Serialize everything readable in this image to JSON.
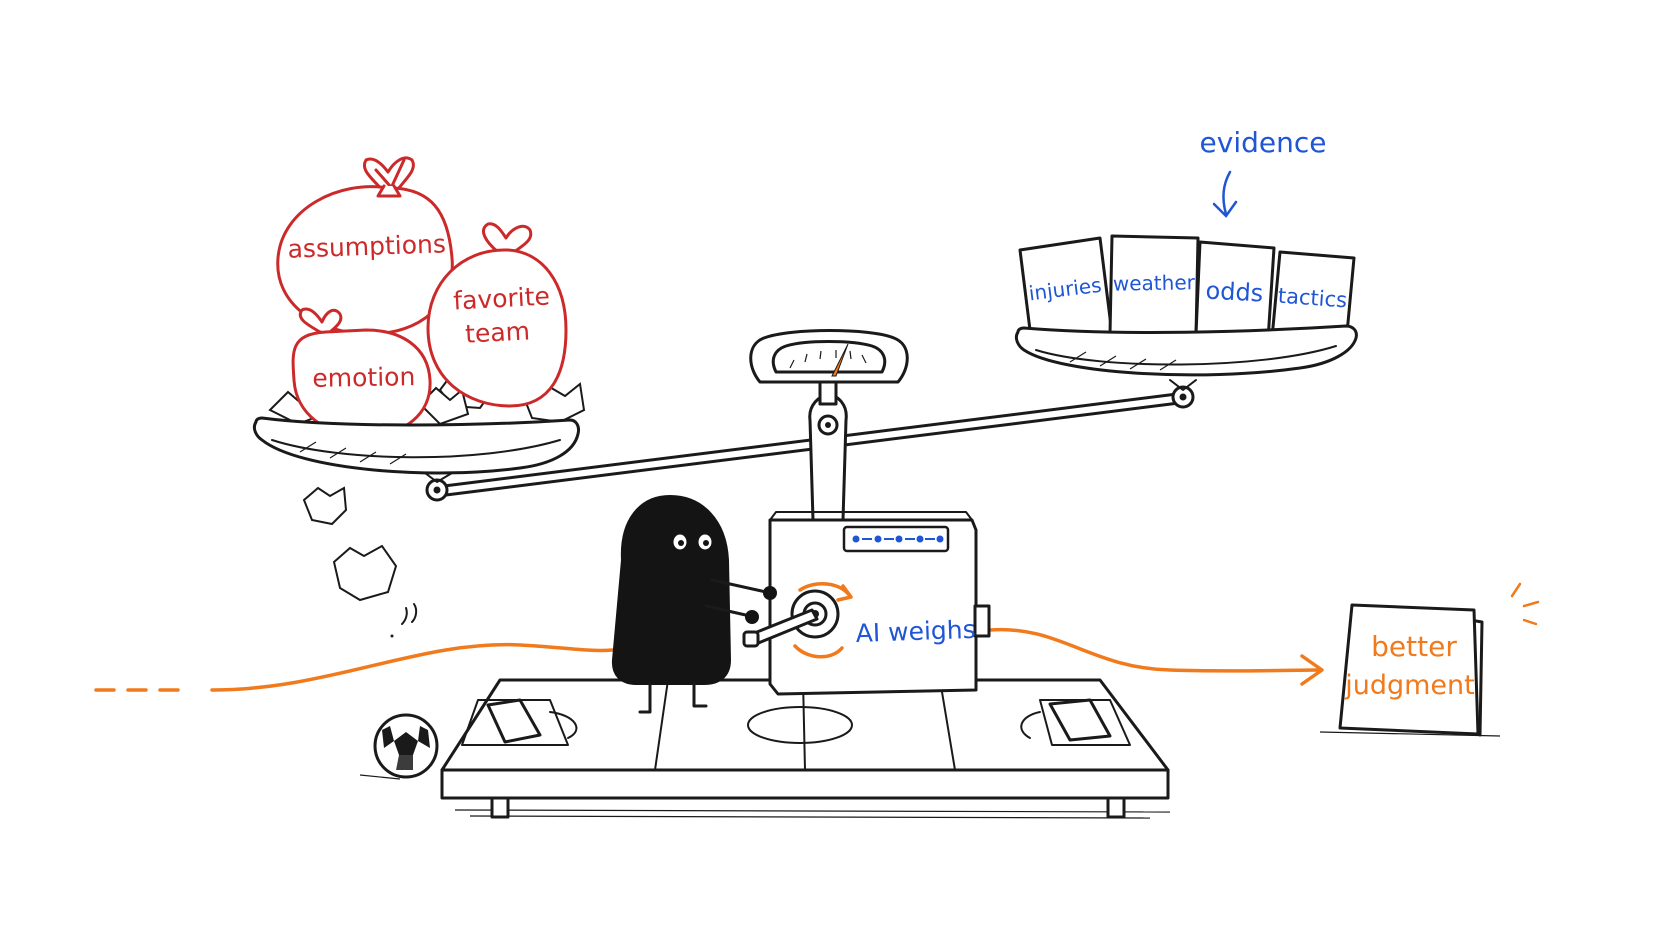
{
  "diagram": {
    "bias_sacks": [
      {
        "id": "assumptions",
        "label": "assumptions"
      },
      {
        "id": "favorite-team",
        "label_line1": "favorite",
        "label_line2": "team"
      },
      {
        "id": "emotion",
        "label": "emotion"
      }
    ],
    "evidence_label": "evidence",
    "evidence_cards": [
      {
        "id": "injuries",
        "label": "injuries"
      },
      {
        "id": "weather",
        "label": "weather"
      },
      {
        "id": "odds",
        "label": "odds"
      },
      {
        "id": "tactics",
        "label": "tactics"
      }
    ],
    "machine_label": "AI weighs",
    "output_sign": {
      "line1": "better",
      "line2": "judgment"
    }
  },
  "colors": {
    "bias_red": "#cc2a2a",
    "evidence_blue": "#1f56d6",
    "flow_orange": "#f07a1c",
    "ink": "#1a1a1a",
    "character": "#141414"
  },
  "icons": [
    "bias-sack-icon",
    "evidence-card-icon",
    "gauge-icon",
    "crank-icon",
    "soccer-ball-icon",
    "crumpled-paper-icon",
    "arrow-icon",
    "character-icon"
  ]
}
